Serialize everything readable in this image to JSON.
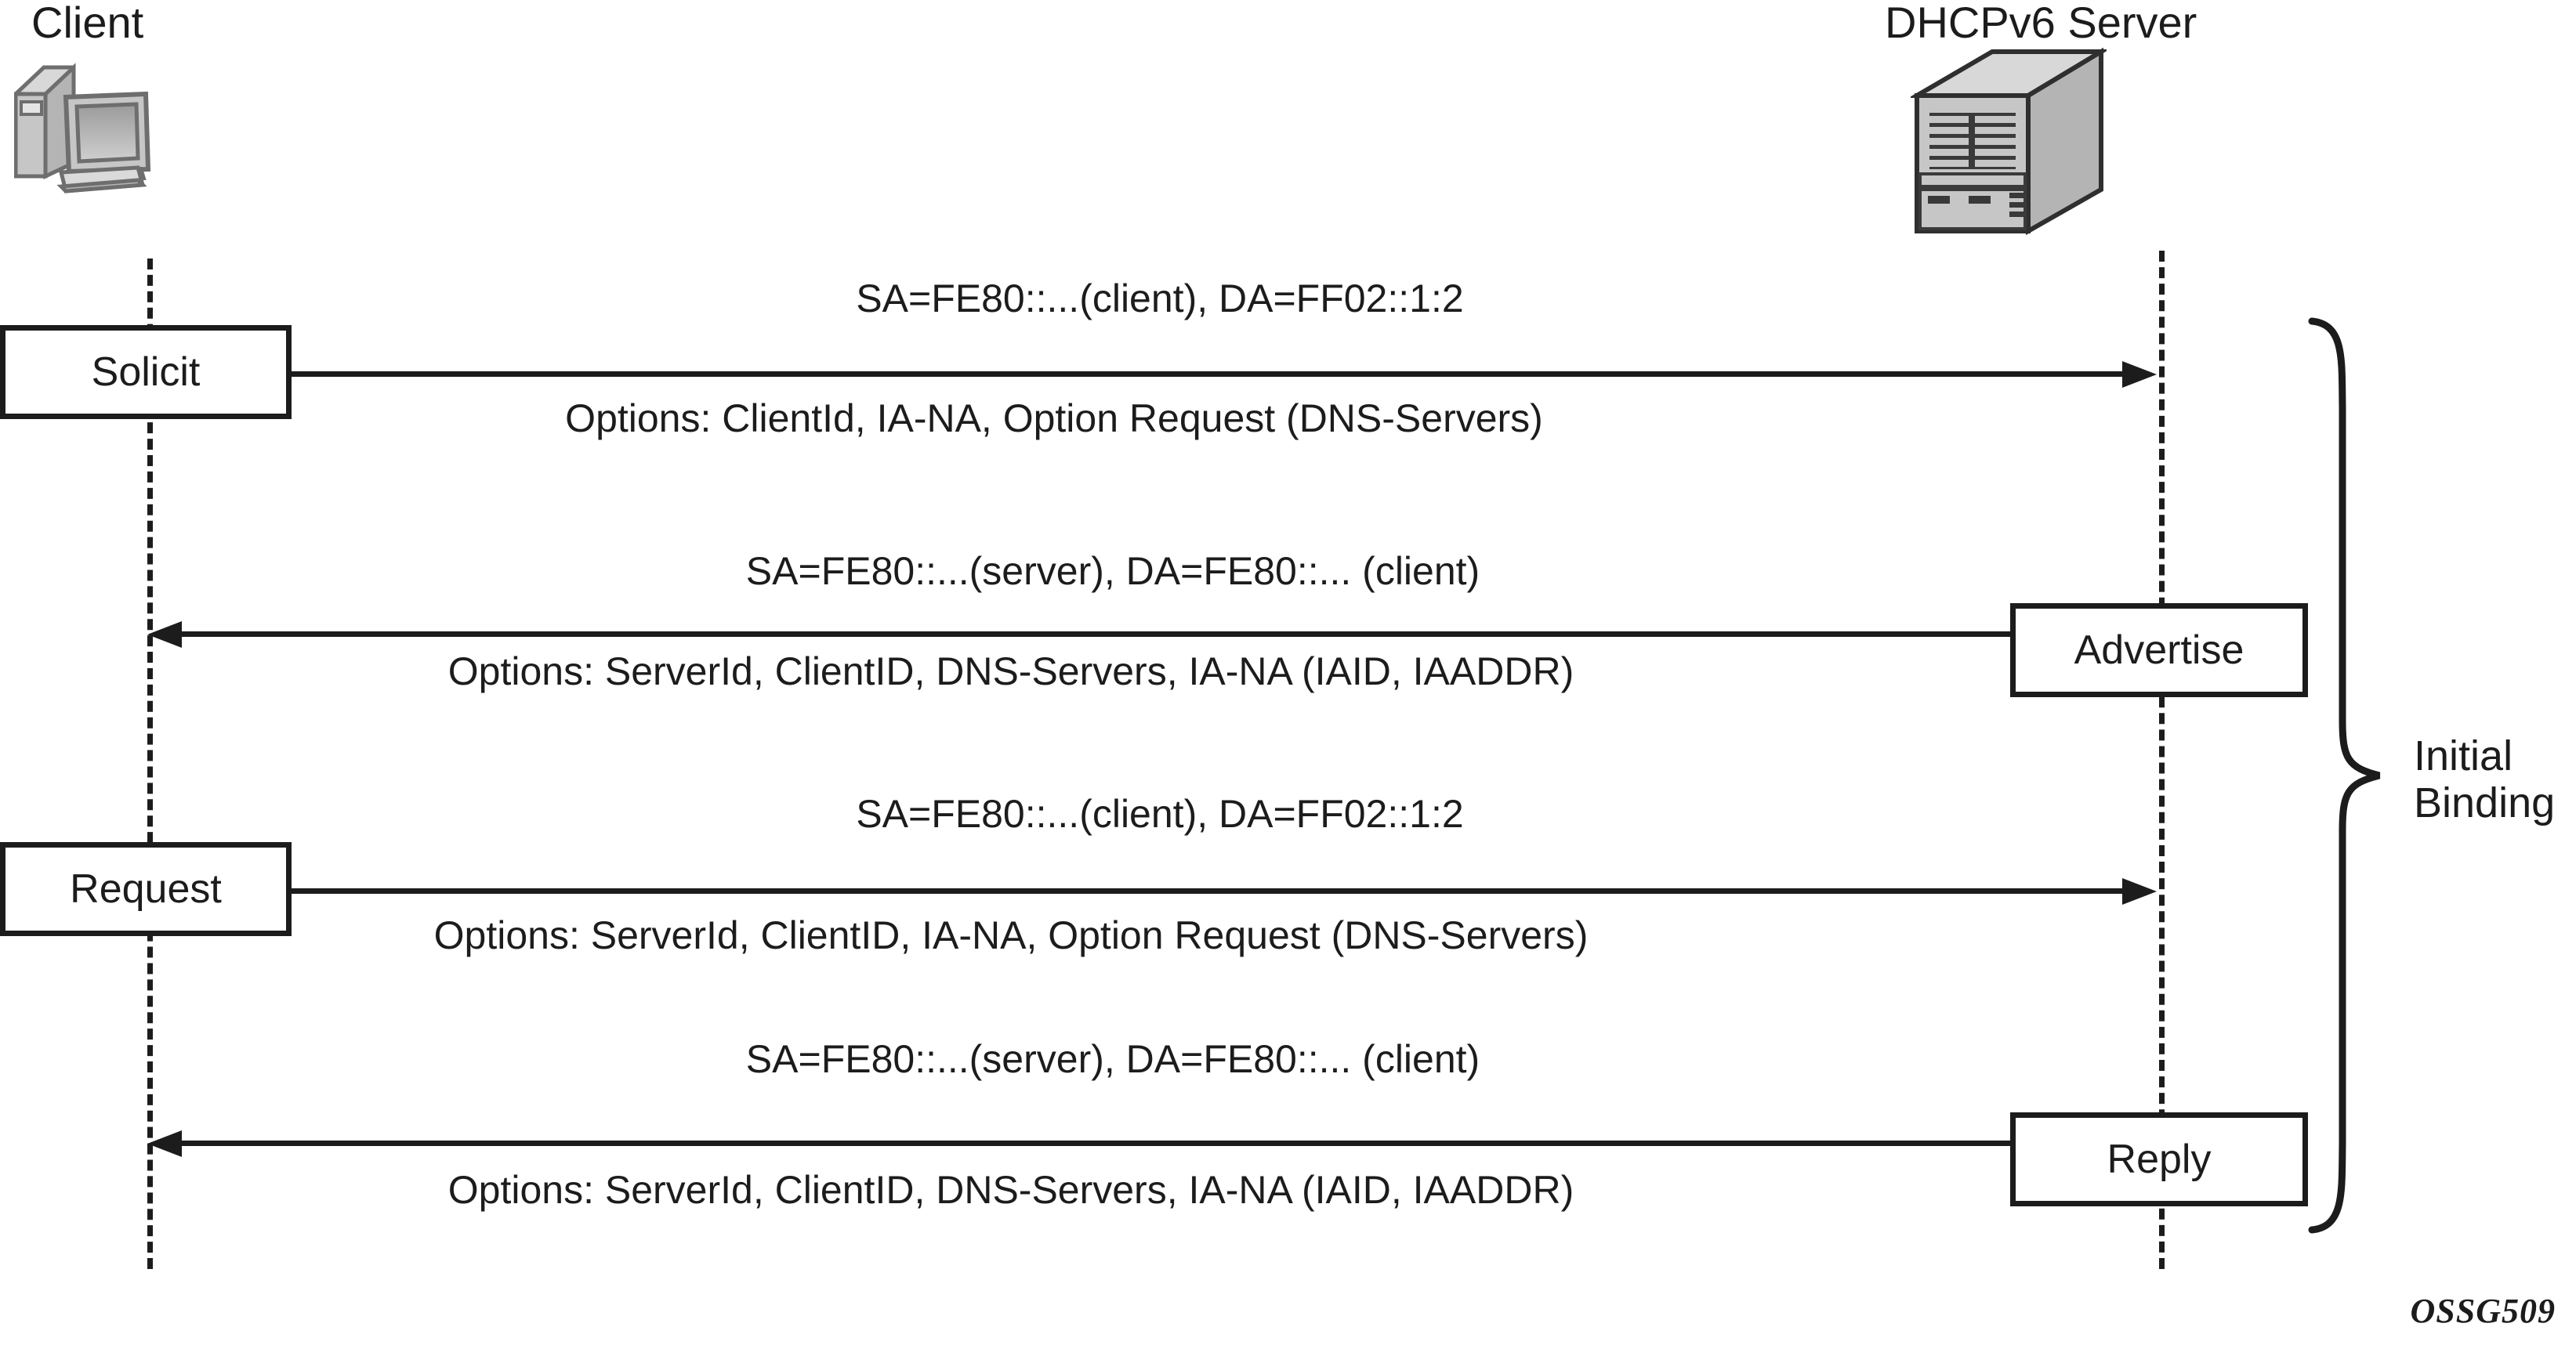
{
  "diagram": {
    "title_left": "Client",
    "title_right": "DHCPv6 Server",
    "watermark": "OSSG509",
    "bracket_label_line1": "Initial",
    "bracket_label_line2": "Binding",
    "line_color": "#1c1c1c",
    "device_fill": "#c6c6c6",
    "device_stroke": "#6e6e6e",
    "background": "#ffffff"
  },
  "icons": {
    "client": "desktop-computer-icon",
    "server": "rack-server-icon"
  },
  "messages": [
    {
      "label": "Solicit",
      "direction": "client-to-server",
      "addresses": "SA=FE80::...(client), DA=FF02::1:2",
      "options": "Options: ClientId, IA-NA, Option Request (DNS-Servers)"
    },
    {
      "label": "Advertise",
      "direction": "server-to-client",
      "addresses": "SA=FE80::...(server), DA=FE80::... (client)",
      "options": "Options: ServerId, ClientID, DNS-Servers, IA-NA (IAID, IAADDR)"
    },
    {
      "label": "Request",
      "direction": "client-to-server",
      "addresses": "SA=FE80::...(client), DA=FF02::1:2",
      "options": "Options: ServerId, ClientID, IA-NA, Option Request (DNS-Servers)"
    },
    {
      "label": "Reply",
      "direction": "server-to-client",
      "addresses": "SA=FE80::...(server), DA=FE80::... (client)",
      "options": "Options: ServerId, ClientID, DNS-Servers, IA-NA (IAID, IAADDR)"
    }
  ]
}
